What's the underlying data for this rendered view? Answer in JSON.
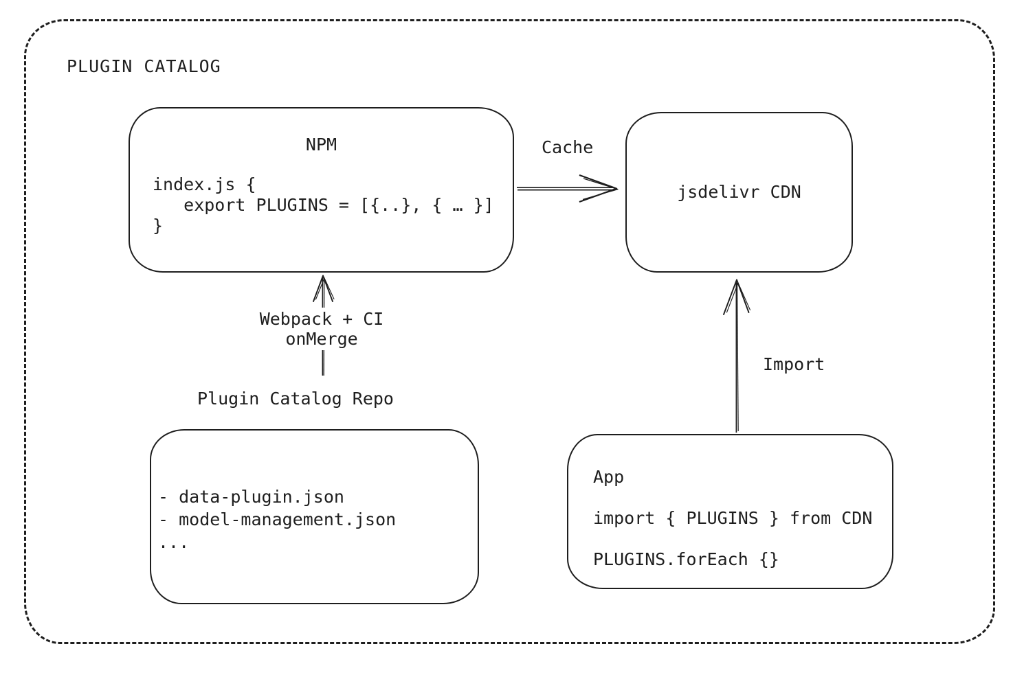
{
  "title": "PLUGIN CATALOG",
  "nodes": {
    "npm": {
      "title": "NPM",
      "code": "index.js {\n   export PLUGINS = [{..}, { … }]\n}"
    },
    "cdn": {
      "label": "jsdelivr CDN"
    },
    "repo": {
      "label": "Plugin Catalog Repo",
      "items": [
        "- data-plugin.json",
        "- model-management.json",
        "..."
      ]
    },
    "app": {
      "title": "App",
      "lines": [
        "import { PLUGINS } from CDN",
        "PLUGINS.forEach {}"
      ]
    }
  },
  "edges": {
    "cache": {
      "label": "Cache",
      "from": "npm",
      "to": "cdn"
    },
    "build": {
      "label": "Webpack + CI\nonMerge",
      "from": "repo",
      "to": "npm"
    },
    "import": {
      "label": "Import",
      "from": "app",
      "to": "cdn"
    }
  },
  "colors": {
    "stroke": "#1e1e1e",
    "background": "#ffffff"
  }
}
